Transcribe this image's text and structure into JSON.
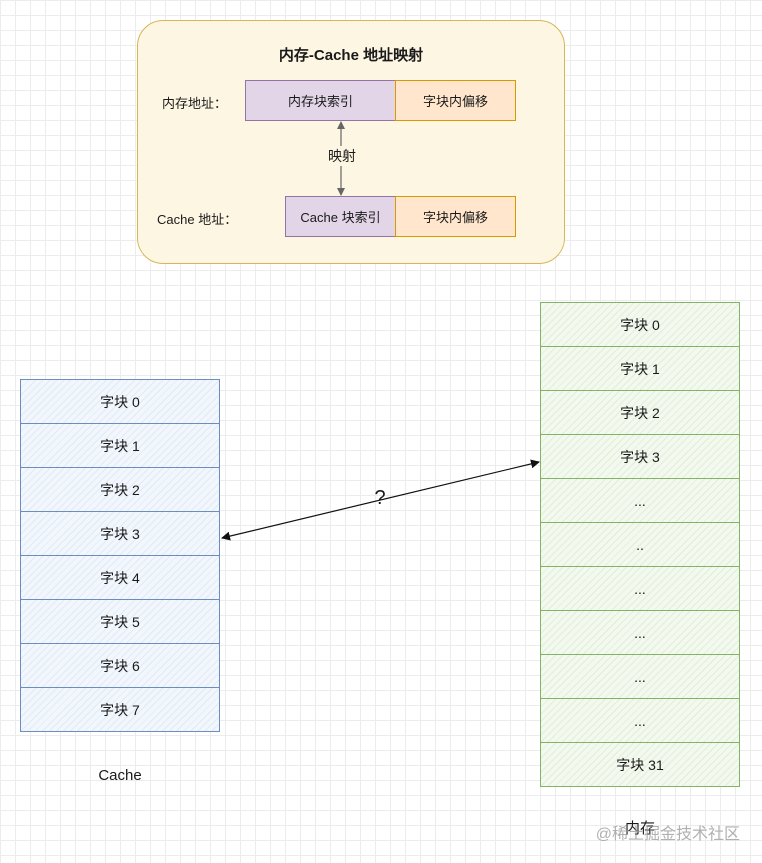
{
  "mapping_panel": {
    "title": "内存-Cache 地址映射",
    "memory_row": {
      "label": "内存地址：",
      "index": "内存块索引",
      "offset": "字块内偏移"
    },
    "cache_row": {
      "label": "Cache 地址：",
      "index": "Cache 块索引",
      "offset": "字块内偏移"
    },
    "arrow_label": "映射"
  },
  "cache": {
    "caption": "Cache",
    "blocks": [
      "字块 0",
      "字块 1",
      "字块 2",
      "字块 3",
      "字块 4",
      "字块 5",
      "字块 6",
      "字块 7"
    ]
  },
  "memory": {
    "caption": "内存",
    "blocks": [
      "字块 0",
      "字块 1",
      "字块 2",
      "字块 3",
      "...",
      "..",
      "...",
      "...",
      "...",
      "...",
      "字块 31"
    ]
  },
  "connector_label": "?",
  "watermark": "@稀土掘金技术社区",
  "colors": {
    "panel_border": "#d6b656",
    "panel_fill": "#fdf6e3",
    "index_fill": "#e1d5e7",
    "offset_fill": "#ffe6cc",
    "cache_border": "#6c8ebf",
    "memory_border": "#82b366"
  }
}
